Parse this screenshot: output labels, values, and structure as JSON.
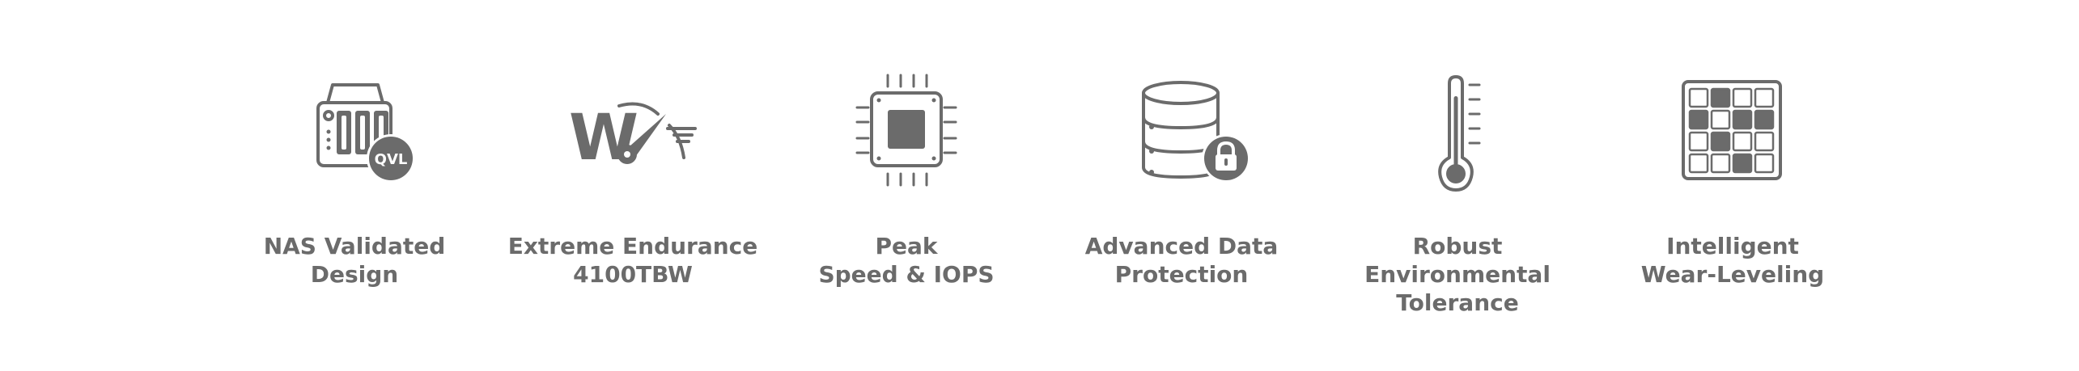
{
  "colors": {
    "icon": "#6b6b6b",
    "text": "#6b6b6b",
    "background": "#ffffff"
  },
  "features": [
    {
      "icon": "nas-icon",
      "badge": "QVL",
      "lines": [
        "NAS Validated",
        "Design"
      ]
    },
    {
      "icon": "endurance-gauge-icon",
      "badge": "W",
      "lines": [
        "Extreme Endurance",
        "4100TBW"
      ]
    },
    {
      "icon": "chip-icon",
      "lines": [
        "Peak",
        "Speed & IOPS"
      ]
    },
    {
      "icon": "database-lock-icon",
      "lines": [
        "Advanced Data",
        "Protection"
      ]
    },
    {
      "icon": "thermometer-icon",
      "lines": [
        "Robust",
        "Environmental",
        "Tolerance"
      ]
    },
    {
      "icon": "wear-leveling-grid-icon",
      "lines": [
        "Intelligent",
        "Wear-Leveling"
      ]
    }
  ]
}
